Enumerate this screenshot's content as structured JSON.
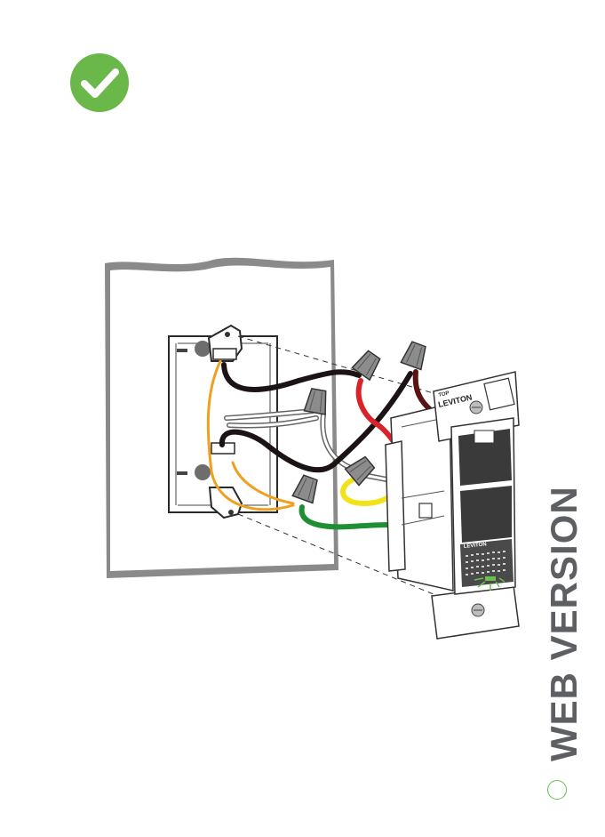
{
  "icons": {
    "check": "checkmark-icon"
  },
  "colors": {
    "check_green": "#6ab84a",
    "wire_black": "#1c1414",
    "wire_red": "#d8232a",
    "wire_yellow": "#f2e21a",
    "wire_green": "#1f8f34",
    "wire_orange": "#f0a020",
    "wire_dark_red": "#5a1212",
    "text_gray": "#5d5f63"
  },
  "device": {
    "top_label": "TOP",
    "brand_main": "LEVITON",
    "brand_small": "LEVITON"
  },
  "side_label": "WEB VERSION"
}
